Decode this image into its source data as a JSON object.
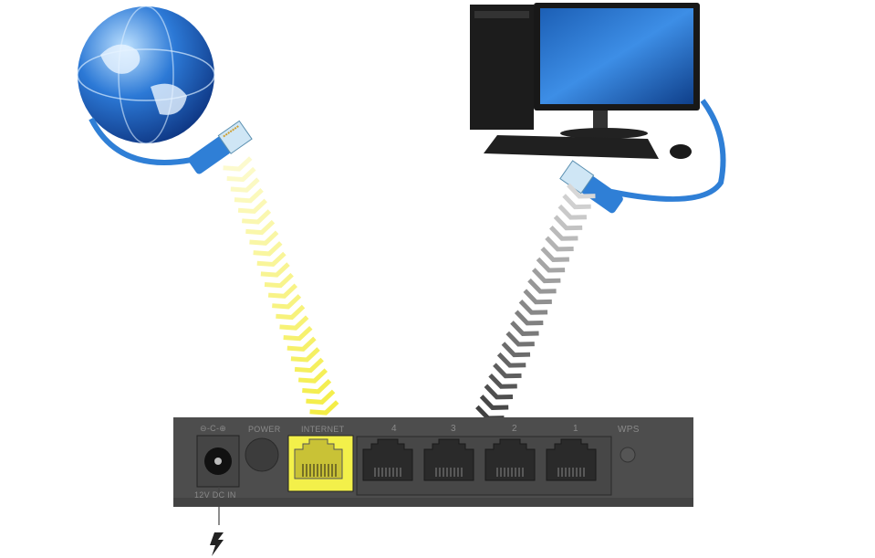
{
  "router": {
    "dc_symbol": "⊖-C-⊕",
    "dc_label": "12V DC IN",
    "power_label": "POWER",
    "internet_label": "INTERNET",
    "lan_ports": [
      "4",
      "3",
      "2",
      "1"
    ],
    "wps_label": "WPS"
  },
  "colors": {
    "internet": "#f3f04a",
    "lan_arrow": "#555555",
    "cable": "#2f7fd6",
    "router": "#4d4d4d"
  },
  "icons": [
    "globe-icon",
    "computer-icon",
    "ethernet-plug-icon",
    "power-bolt-icon"
  ]
}
